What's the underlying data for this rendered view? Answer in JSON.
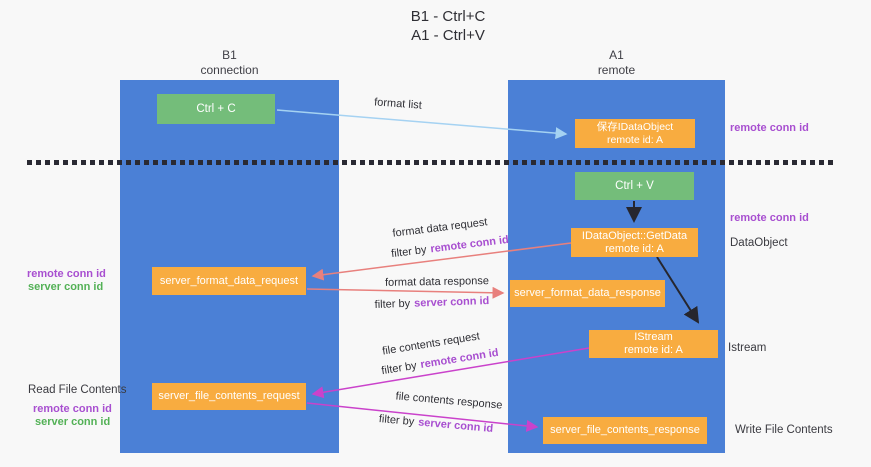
{
  "title": {
    "line1": "B1 - Ctrl+C",
    "line2": "A1 - Ctrl+V"
  },
  "columns": {
    "left": {
      "name": "B1",
      "role": "connection"
    },
    "right": {
      "name": "A1",
      "role": "remote"
    }
  },
  "nodes": {
    "ctrl_c": "Ctrl + C",
    "ctrl_v": "Ctrl + V",
    "save_idataobject": {
      "line1": "保存IDataObject",
      "line2": "remote id: A"
    },
    "idataobject_getdata": {
      "line1": "IDataObject::GetData",
      "line2": "remote id: A"
    },
    "istream": {
      "line1": "IStream",
      "line2": "remote id: A"
    },
    "server_format_data_request": "server_format_data_request",
    "server_format_data_response": "server_format_data_response",
    "server_file_contents_request": "server_file_contents_request",
    "server_file_contents_response": "server_file_contents_response"
  },
  "arrow_labels": {
    "format_list": "format list",
    "format_data_request": "format data request",
    "format_data_response": "format data response",
    "file_contents_request": "file contents request",
    "file_contents_response": "file contents response",
    "filter_by": "filter by"
  },
  "side_labels": {
    "remote_conn_id": "remote conn id",
    "server_conn_id": "server conn id",
    "dataobject": "DataObject",
    "istream": "Istream",
    "read_file_contents": "Read File Contents",
    "write_file_contents": "Write File Contents"
  },
  "colors": {
    "lifeline_blue": "#4b80d6",
    "node_green": "#74bd7a",
    "node_orange": "#f8ac40",
    "arrow_light_blue": "#a5d2f2",
    "arrow_red": "#e8807d",
    "arrow_magenta": "#ca42cb",
    "arrow_black": "#26262e",
    "text_purple": "#a84fd0",
    "text_green": "#53b156",
    "background": "#f8f8f8"
  }
}
